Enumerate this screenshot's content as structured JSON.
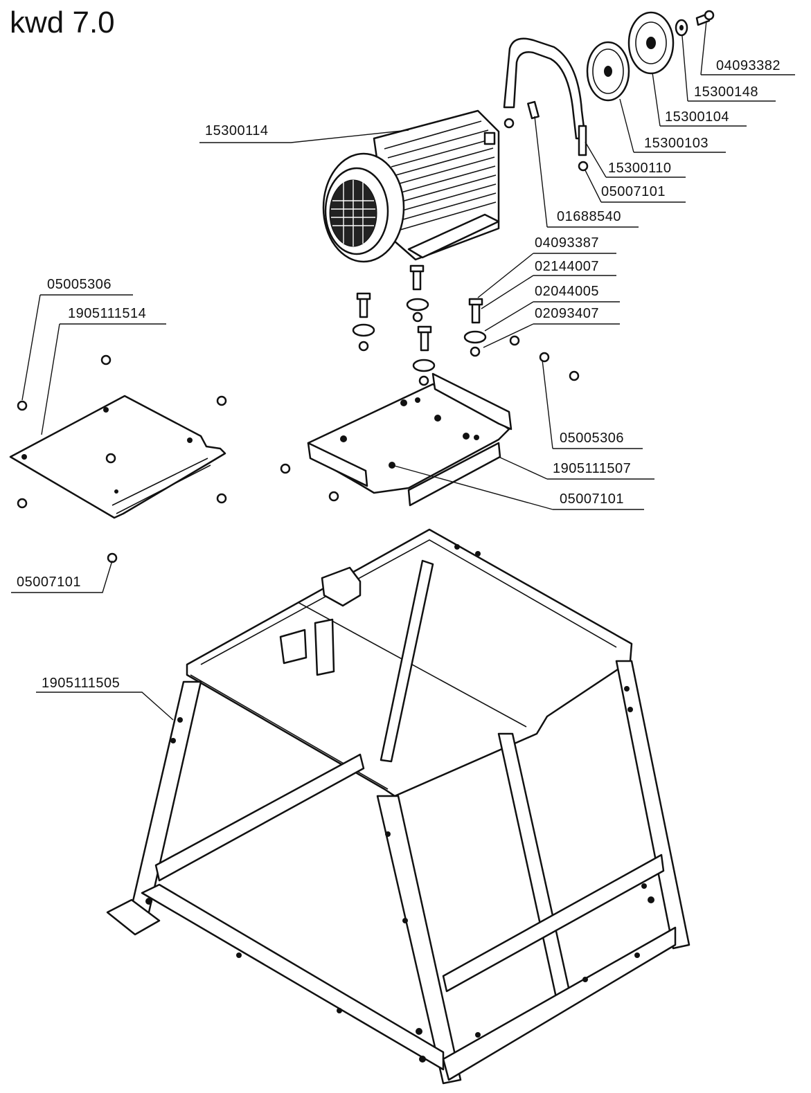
{
  "title": "kwd 7.0",
  "parts": {
    "bolt_top": "04093382",
    "washer_top": "15300148",
    "pulley_small": "15300104",
    "pulley_large": "15300103",
    "belt_guard": "15300110",
    "guard_nut": "05007101",
    "key": "01688540",
    "motor": "15300114",
    "motor_bolt": "04093387",
    "washer_a": "02144007",
    "washer_b": "02044005",
    "nut_a": "02093407",
    "left_screw": "05005306",
    "left_plate": "1905111514",
    "right_screw": "05005306",
    "motor_plate": "1905111507",
    "plate_nut": "05007101",
    "left_nut": "05007101",
    "frame": "1905111505"
  }
}
